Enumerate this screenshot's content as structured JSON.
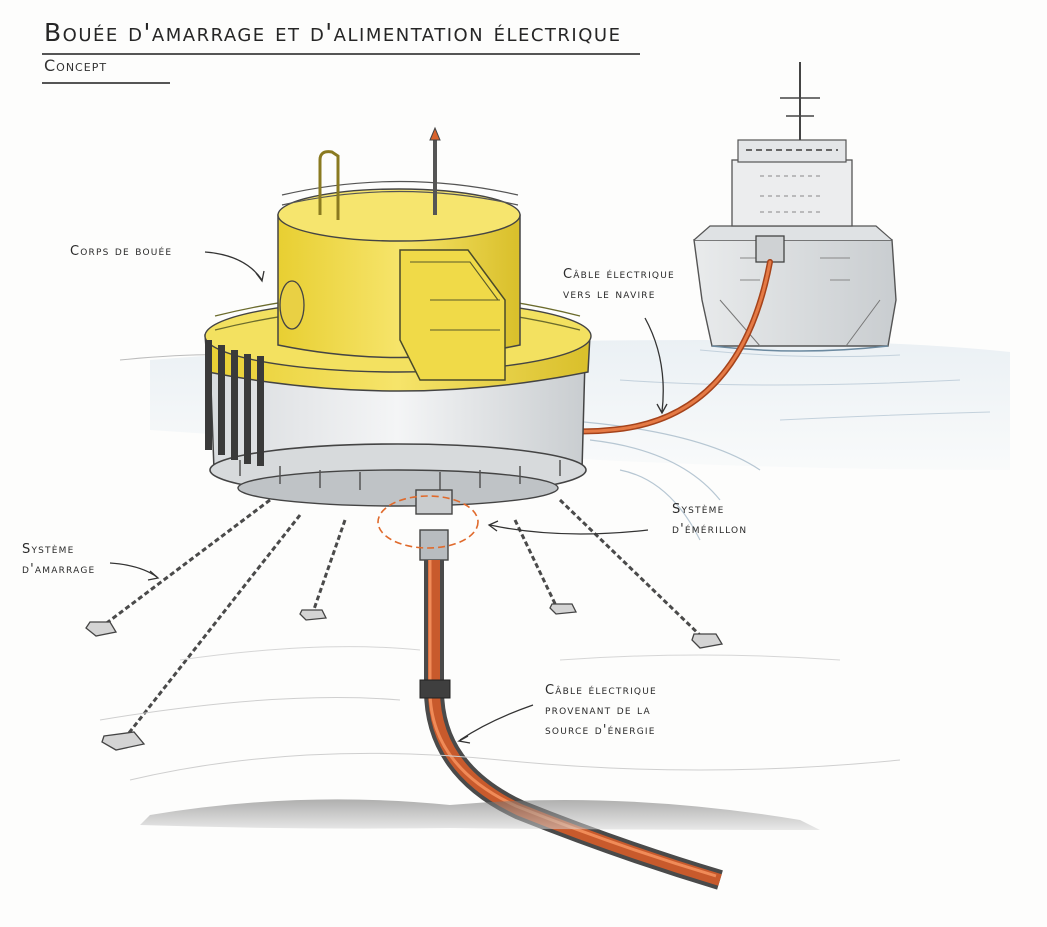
{
  "title": "Bouée d'amarrage et d'alimentation électrique",
  "subtitle": "Concept",
  "labels": {
    "buoy_body": "Corps de bouée",
    "cable_to_ship_line1": "Câble électrique",
    "cable_to_ship_line2": "vers le navire",
    "swivel_line1": "Système",
    "swivel_line2": "d'émérillon",
    "mooring_line1": "Système",
    "mooring_line2": "d'amarrage",
    "cable_from_source_line1": "Câble électrique",
    "cable_from_source_line2": "provenant de la",
    "cable_from_source_line3": "source d'énergie"
  },
  "colors": {
    "buoy_yellow": "#f2dc4a",
    "buoy_white": "#eef0f1",
    "cable_orange": "#d9622b",
    "swivel_highlight": "#e06a2c",
    "sea_blue": "#cfdde8",
    "ink": "#2a2a2a"
  }
}
